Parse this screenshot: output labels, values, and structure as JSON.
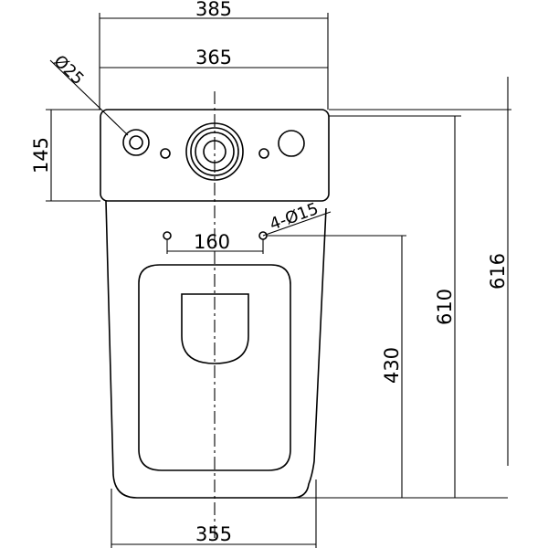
{
  "dimensions": {
    "top_width_outer": "385",
    "top_width_inner": "365",
    "inlet_diameter": "Ø25",
    "tank_height": "145",
    "bolt_holes": "4-Ø15",
    "bolt_spacing": "160",
    "height_to_bolts": "430",
    "height_610": "610",
    "height_616": "616",
    "base_width": "355"
  }
}
